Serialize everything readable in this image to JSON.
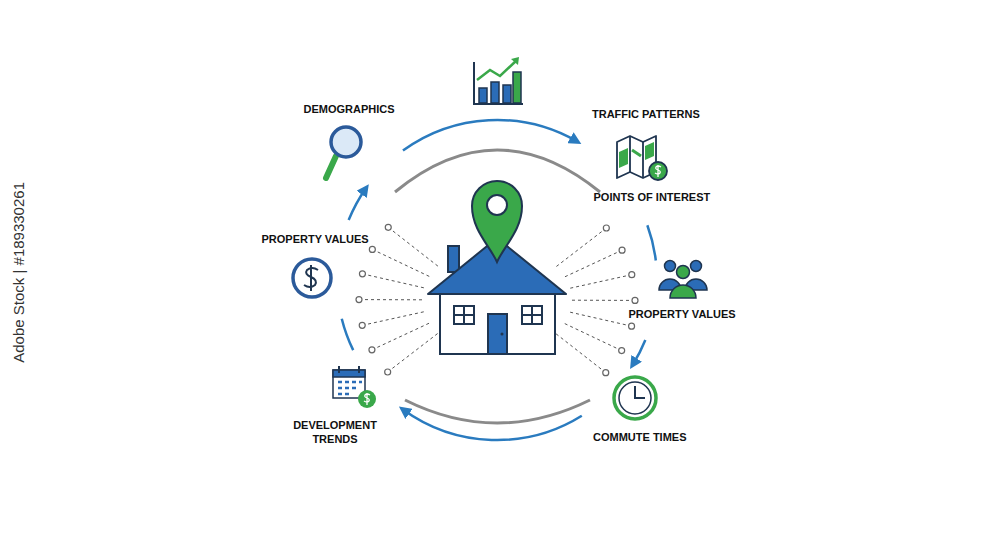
{
  "diagram": {
    "labels": [
      "DEMOGRAPHICS",
      "TRAFFIC PATTERNS",
      "POINTS OF INTEREST",
      "PROPERTY VALUES",
      "COMMUTE TIMES",
      "DEVELOPMENT TRENDS",
      "PROPERTY VALUES",
      "Adobe Stock | #189330261"
    ]
  }
}
